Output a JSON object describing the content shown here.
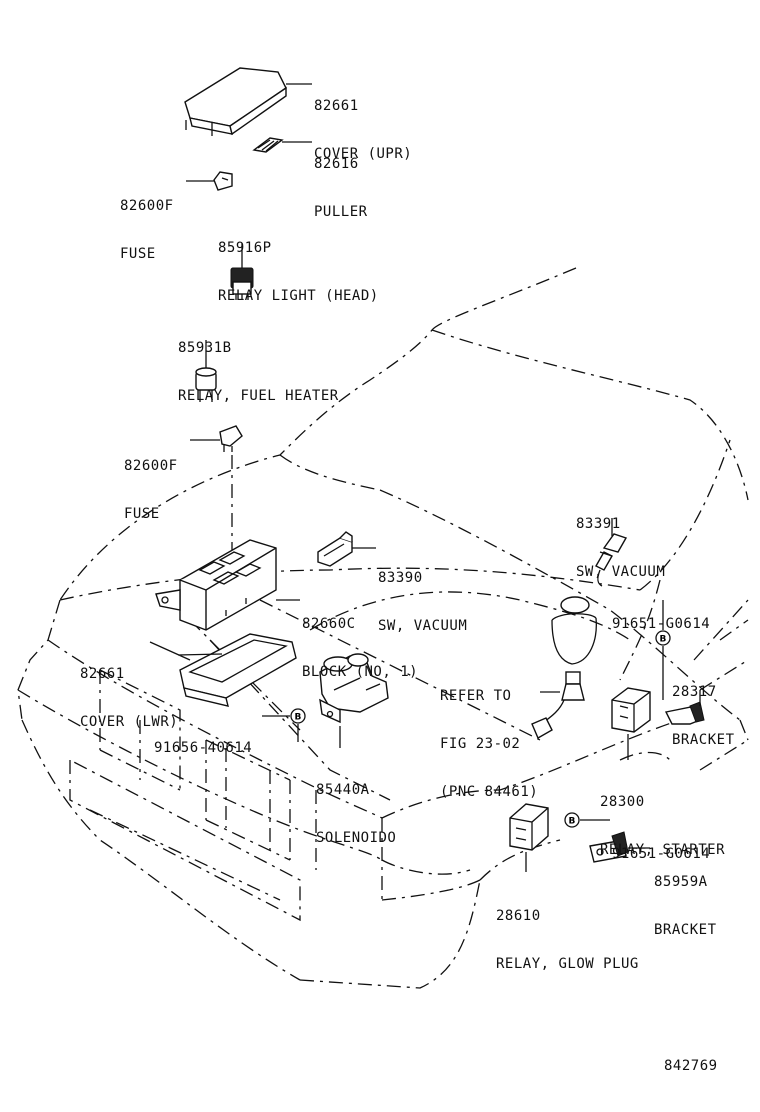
{
  "parts": [
    {
      "key": "cover_upr",
      "number": "82661",
      "name": "COVER (UPR)"
    },
    {
      "key": "puller",
      "number": "82616",
      "name": "PULLER"
    },
    {
      "key": "fuse_top",
      "number": "82600F",
      "name": "FUSE"
    },
    {
      "key": "relay_light",
      "number": "85916P",
      "name": "RELAY LIGHT (HEAD)"
    },
    {
      "key": "relay_fuel",
      "number": "85931B",
      "name": "RELAY, FUEL HEATER"
    },
    {
      "key": "fuse_mid",
      "number": "82600F",
      "name": "FUSE"
    },
    {
      "key": "sw_vac_right",
      "number": "83391",
      "name": "SW, VACUUM"
    },
    {
      "key": "sw_vac_center",
      "number": "83390",
      "name": "SW, VACUUM"
    },
    {
      "key": "block",
      "number": "82660C",
      "name": "BLOCK (NO, 1)"
    },
    {
      "key": "bolt_upper",
      "number": "91651-G0614",
      "name": ""
    },
    {
      "key": "cover_lwr",
      "number": "82661",
      "name": "COVER (LWR)"
    },
    {
      "key": "bracket_28317",
      "number": "28317",
      "name": "BRACKET"
    },
    {
      "key": "bolt_left",
      "number": "91656-40614",
      "name": ""
    },
    {
      "key": "solenoid",
      "number": "85440A",
      "name": "SOLENOIDO"
    },
    {
      "key": "relay_starter",
      "number": "28300",
      "name": "RELAY, STARTER"
    },
    {
      "key": "bolt_lower",
      "number": "91651-G0614",
      "name": ""
    },
    {
      "key": "bracket_85959",
      "number": "85959A",
      "name": "BRACKET"
    },
    {
      "key": "relay_glow",
      "number": "28610",
      "name": "RELAY, GLOW PLUG"
    }
  ],
  "refer": {
    "line1": "REFER TO",
    "line2": "FIG 23-02",
    "line3": "(PNC 84461)"
  },
  "bolt_marker": "B",
  "diagram_code": "842769"
}
